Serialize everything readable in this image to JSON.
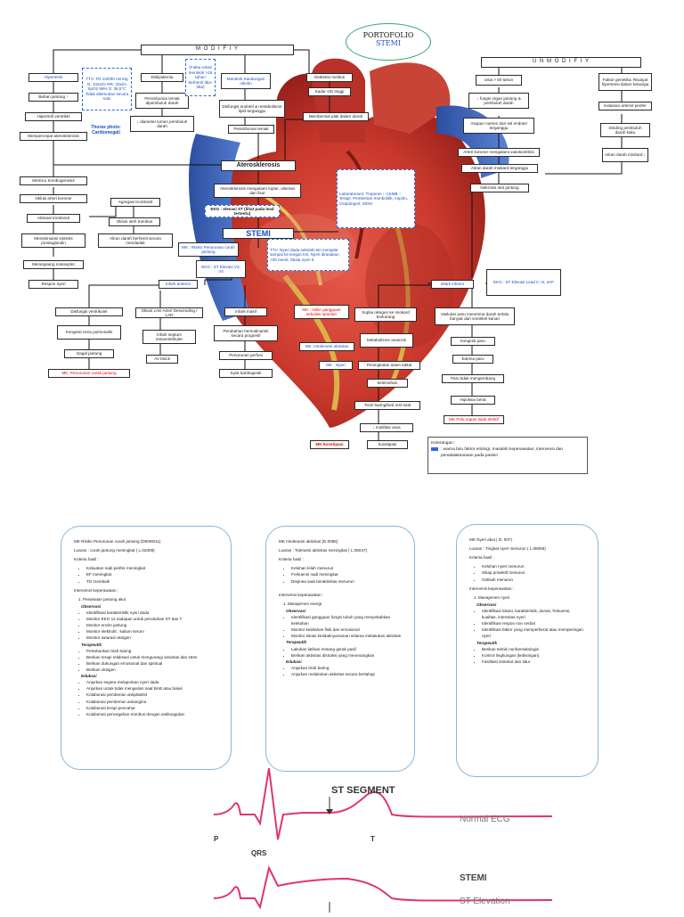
{
  "title": {
    "line1": "PORTOFOLIO",
    "line2": "STEMI"
  },
  "headers": {
    "modifiy": "M O D I F I Y",
    "unmodifiy": "U N M O D I F I Y"
  },
  "left_risk": {
    "hipertensi": "Hipertensi",
    "beban": "Beban jantung ↑",
    "hipertrofi": "Hipertrofi ventrikel",
    "mempercepat": "Mempercepat aterosklerosis",
    "ttv": "TTV: TD 130/80 mmHg N: 102x/m RR: 20x/m SpO2 98% S: 36,5°C Tidak ditemukan secara rutin",
    "thorax": "Thorax photo: Cardiomegali"
  },
  "center_risk": {
    "dislipidemia": "Dislipidemia",
    "penimbunan": "Penimbunan lemak dipembuluh darah",
    "diameter": "↓ diameter lumen pembuluh darah",
    "merokok_note": "(Fakta rokok merokok >15 tahun berhenti tiba-tiba)",
    "merokok": "Merokok Kandungan nikotin",
    "disfungsi": "Disfungsi endotel & metabolisme lipid terganggu",
    "penimbunan2": "Penimbunan lemak",
    "diabetes": "Diabetes melitus",
    "gd": "Kadar GD tinggi",
    "plak": "Membentuk plak dalam darah"
  },
  "right_risk": {
    "usia": "Usia > 60 tahun",
    "fungsi": "↓ fungsi organ jantung & pembuluh darah",
    "asupan": "Asupan nutrien dan sel endotel terganggu",
    "arteri": "Arteri koroner mengalami vasokontriksi",
    "aliran": "Aliran darah miokard terganggu",
    "nekrosis": "Nekrosis otot jantung",
    "genetik": "Faktor genetika: Riwayat hipertensi dalam keluarga",
    "kelainan": "Kelainan arteriol perifer",
    "dinding": "Dinding pembuluh darah kaku",
    "aliran2": "Aliran darah miokard ↓"
  },
  "middle": {
    "aterosklerosis": "Aterosklerosis",
    "ruptur": "Aterosklerosis mengalami ruptur, ulserasi dan fisur",
    "ekg1": "EKG : elevasi ST (lihat pada lead tertentu)",
    "stemi": "STEMI",
    "lab": "Laboratorium: Troponin ↑ CKMB ↑ Terapi: Pemberian trombolitik, Aspirin, Clopidogrel, ISDN",
    "ttv2": "TTV: Nyeri dada sebelah kiri menjalar sampai ke lengan kiri, Nyeri dirasakan >30 menit, Skala nyeri 6",
    "mk_penurunan": "MK : Risiko Penurunan curah jantung",
    "ekg2": "EKG : ST Elevasi V3, V4",
    "infark_anterior": "Infark anterior",
    "infark_inferior": "Infark inferior",
    "ekg3": "EKG : ST Elevasi Lead II, III, aVF"
  },
  "left_flow": {
    "memicu": "Memicu trombogenesis",
    "oklusi": "Oklusi arteri koroner",
    "aktivasi": "Aktivasi trombosit",
    "agregasi": "Agregasi trombosit",
    "oklusi_trombus": "Oklusi oleh trombus",
    "menstimulasi": "Menstimulasi sintesis prostaglandin",
    "aliran_berhenti": "Aliran darah berhenti secara mendadak",
    "merangsang": "Merangsang nosiseptor",
    "nyeri": "Respon nyeri",
    "disfungsi_v": "Disfungsi ventrikuler",
    "kongesti": "Kongesti vena pulmonalis",
    "gagal": "Gagal jantung",
    "mk_curah": "MK: Penurunan curah jantung"
  },
  "lad_flow": {
    "oklusi_lad": "Oklusi LAD Arteri Descending / LAD",
    "infark_septum": "Infark septum intraventrikuler",
    "av_block": "AV block",
    "infark_masif": "Infark masif",
    "perubahan": "Perubahan hemodinamik secara progresif",
    "penurunan": "Penurunan perfusi",
    "syok": "Syok kardiogenik"
  },
  "right_flow": {
    "mk_gangguan": "MK : risiko gangguan sirkulasi spontan",
    "suplai": "Suplai oksigen ke miokard berkurang",
    "metabolisme": "Metabolisme anaerob",
    "mk_intoleransi": "MK: Intoleransi aktivitas",
    "asam": "Peningkatan asam laktat",
    "mk_nyeri": "MK : Nyeri",
    "kelemahan": "kelemahan",
    "tirah": "Tirah baring/bed rest total",
    "motilitas": "↓ motilitas usus",
    "mk_konstipasi": "MK konstipasi",
    "konstipasi": "konstipasi",
    "vaskular": "Vaskular paru menerima darah terlalu banyak dari ventrikel kanan",
    "kongesti_paru": "kongesti paru",
    "edema": "Edema paru",
    "paru": "Paru tidak mengembang",
    "hipoksia": "Hipoksia berat",
    "mk_pola": "MK Pola napas tidak efektif"
  },
  "legend": {
    "title": "Keterangan :",
    "text": ": warna biru faktor etiologi, masalah keperawatan, intervensi dan penatalaksanaan pada pasien"
  },
  "cards": [
    {
      "mk": "MK Risiko Penurunan curah jantung (D0008/11)",
      "luaran": "Luaran : curah jantung meningkat ( L.02008)",
      "kriteria": "Kriteria hasil :",
      "kriteria_items": [
        "Kekuatan nadi perifer meningkat",
        "EF meningkat",
        "TD membaik"
      ],
      "intervensi": "Intervensi keperawatan :",
      "main": "Perawatan jantung akut",
      "groups": [
        {
          "label": "Observasi",
          "items": [
            "Identifikasi karakteristik nyeri dada",
            "Monitor EKG 12 sadapan untuk perubahan ST dan T",
            "Monitor enzim jantung",
            "Monitor elektrolit : kalium serum",
            "Monitor saturasi oksigen"
          ]
        },
        {
          "label": "Terapeutik",
          "items": [
            "Pertahankan tirah baring",
            "Berikan terapi relaksasi untuk mengurangi ansietas dan stres",
            "Berikan dukungan emosional dan spiritual",
            "Berikan oksigen"
          ]
        },
        {
          "label": "Edukasi",
          "items": [
            "Anjurkan segera melaporkan nyeri dada",
            "Anjurkan untuk tidak mengedan saat BAB atau batuk",
            "Kolaborasi pemberian antiplatelet",
            "Kolaborasi pemberian antiangina",
            "Kolaborasi terapi pencahar",
            "Kolaborasi pencegahan trombus dengan antikoagulan"
          ]
        }
      ]
    },
    {
      "mk": "MK Intoleransi aktivitas (D.0056)",
      "luaran": "Luaran : Toleransi aktivitas meningkat ( L.05047)",
      "kriteria": "Kriteria hasil :",
      "kriteria_items": [
        "Keluhan lelah menurun",
        "Frekuensi nadi meningkat",
        "Dispnea saat beraktivitas menurun"
      ],
      "intervensi": "Intervensi keperawatan :",
      "main": "Manajemen energi",
      "groups": [
        {
          "label": "Observasi",
          "items": [
            "Identifikasi gangguan fungsi tubuh yang menyebabkan kelelahan",
            "Monitor kelelahan fisik dan emosional",
            "Monitor lokasi ketidaknyamanan selama melakukan aktivitas"
          ]
        },
        {
          "label": "Terapeutik",
          "items": [
            "Lakukan latihan rentang gerak pasif",
            "Berikan aktivitas distraksi yang menenangkan"
          ]
        },
        {
          "label": "Edukasi",
          "items": [
            "Anjurkan tirah baring",
            "Anjurkan melakukan aktivitas secara bertahap"
          ]
        }
      ]
    },
    {
      "mk": "MK Nyeri akut ( D. 007)",
      "luaran": "Luaran : Tingkat nyeri menurun ( L.08066)",
      "kriteria": "Kriteria hasil :",
      "kriteria_items": [
        "Keluhan nyeri menurun",
        "Sikap protektif menurun",
        "Gelisah menurun"
      ],
      "intervensi": "Intervensi keperawatan :",
      "main": "Manajemen nyeri",
      "groups": [
        {
          "label": "Observasi",
          "items": [
            "Identifikasi lokasi, karakteristik, durasi, frekuensi, kualitas, intensitas nyeri",
            "Identifikasi respon non verbal",
            "Identifikasi faktor yang memperberat atau memperingan nyeri"
          ]
        },
        {
          "label": "Terapeutik",
          "items": [
            "Berikan teknik nonfarmakologis",
            "Kontrol lingkungan (kebisingan)",
            "Fasilitasi istirahat dan tidur"
          ]
        }
      ]
    }
  ],
  "ecg": {
    "st_segment": "ST SEGMENT",
    "normal": "Normal ECG",
    "p": "P",
    "t": "T",
    "qrs": "QRS",
    "stemi": "STEMI",
    "st_elevation": "ST Elevation"
  }
}
